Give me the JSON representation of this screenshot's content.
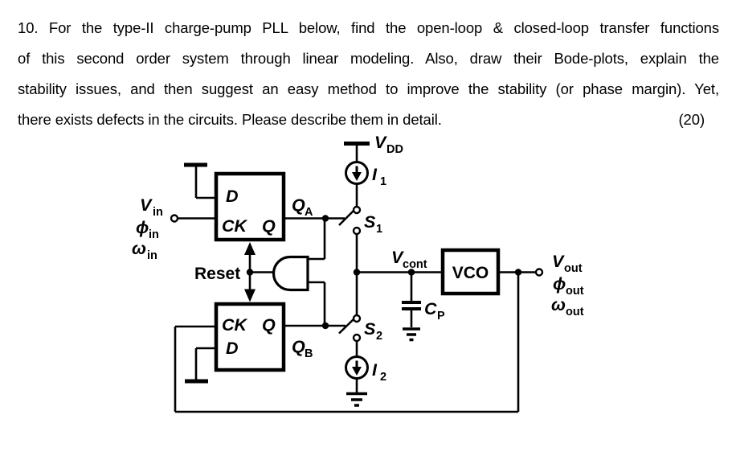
{
  "question": {
    "lines": [
      "10. For the type-II charge-pump PLL below, find the open-loop & closed-loop transfer functions",
      "of this second order system through linear modeling. Also, draw their Bode-plots, explain the",
      "stability issues, and then suggest an easy method to improve the stability (or phase margin). Yet,",
      "there exists defects in the circuits. Please describe them in detail."
    ],
    "points": "(20)"
  },
  "circuit": {
    "colors": {
      "ink": "#000000",
      "background": "#ffffff"
    },
    "blocks": {
      "dff_top": {
        "d": "D",
        "ck": "CK",
        "q": "Q"
      },
      "dff_bottom": {
        "ck": "CK",
        "q": "Q",
        "d": "D"
      },
      "vco": "VCO"
    },
    "labels": {
      "vdd": {
        "main": "V",
        "sub": "DD"
      },
      "i1": {
        "main": "I",
        "sub": "1"
      },
      "s1": {
        "main": "S",
        "sub": "1"
      },
      "s2": {
        "main": "S",
        "sub": "2"
      },
      "i2": {
        "main": "I",
        "sub": "2"
      },
      "vin": {
        "main": "V",
        "sub": "in"
      },
      "phi_in": {
        "main": "ϕ",
        "sub": "in"
      },
      "omega_in": {
        "main": "ω",
        "sub": "in"
      },
      "qa": {
        "main": "Q",
        "sub": "A"
      },
      "qb": {
        "main": "Q",
        "sub": "B"
      },
      "reset": "Reset",
      "vcont": {
        "main": "V",
        "sub": "cont"
      },
      "cp": {
        "main": "C",
        "sub": "P"
      },
      "vout": {
        "main": "V",
        "sub": "out"
      },
      "phi_out": {
        "main": "ϕ",
        "sub": "out"
      },
      "omega_out": {
        "main": "ω",
        "sub": "out"
      }
    }
  }
}
